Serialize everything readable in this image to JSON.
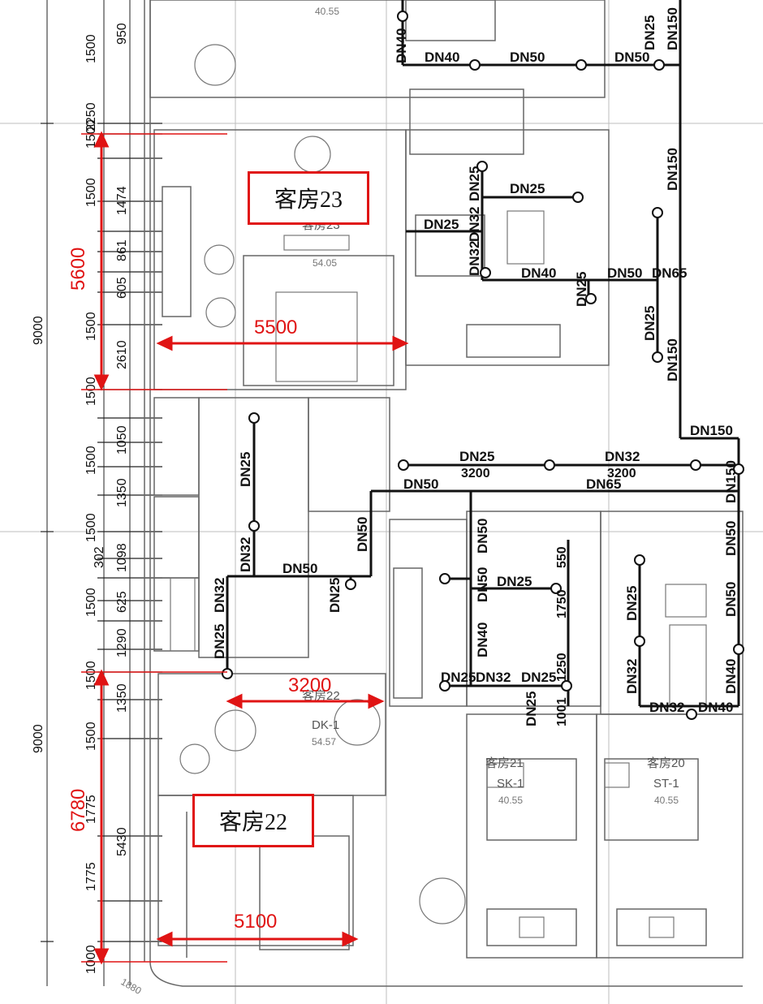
{
  "left_dims_top": [
    "1500",
    "950",
    "2250",
    "1500",
    "1474",
    "1500",
    "861",
    "605",
    "1500",
    "2610",
    "1500",
    "1050",
    "1500",
    "1350",
    "1500",
    "1098",
    "302",
    "1500",
    "625",
    "1290",
    "1500",
    "1350",
    "1500",
    "1775",
    "5430",
    "1775",
    "1000"
  ],
  "left_totals": [
    "9000",
    "9000"
  ],
  "red_dims": {
    "v_top": "5600",
    "h_top": "5500",
    "h_mid": "3200",
    "v_bot": "6780",
    "h_bot": "5100"
  },
  "room_labels": {
    "r23": "客房23",
    "r22": "客房22"
  },
  "rooms": {
    "r23_name": "客房23",
    "r23_area": "54.05",
    "r22_name": "客房22",
    "r22_code": "DK-1",
    "r22_area": "54.57",
    "r21_name": "客房21",
    "r21_code": "SK-1",
    "r21_area": "40.55",
    "r20_name": "客房20",
    "r20_code": "ST-1",
    "r20_area": "40.55",
    "top_area": "40.55"
  },
  "pipes": {
    "dn40_a": "DN40",
    "dn40_b": "DN40",
    "dn50_a": "DN50",
    "dn50_b": "DN50",
    "dn25_a": "DN25",
    "dn150_a": "DN150",
    "dn25_b": "DN25",
    "dn25_c": "DN25",
    "dn32_a": "DN32",
    "dn150_b": "DN150",
    "dn32_b": "DN32",
    "dn40_c": "DN40",
    "dn25_d": "DN25",
    "dn50_c": "DN50",
    "dn65_a": "DN65",
    "dn25_e": "DN25",
    "dn150_c": "DN150",
    "dn150_d": "DN150",
    "dn25_f": "DN25",
    "dim_3200a": "3200",
    "dn32_c": "DN32",
    "dim_3200b": "3200",
    "dn50_d": "DN50",
    "dn65_b": "DN65",
    "dn150_e": "DN150",
    "dn25_g": "DN25",
    "dn32_d": "DN32",
    "dn50_e": "DN50",
    "dn50_f": "DN50",
    "dn25_h": "DN25",
    "dn50_g": "DN50",
    "dn25_i": "DN25",
    "dn25_j": "DN25",
    "dn32_e": "DN32",
    "dn50_h": "DN50",
    "dn50_i": "DN50",
    "dn40_d": "DN40",
    "dn25_k": "DN25",
    "dn25_l": "DN25",
    "dn32_f": "DN32",
    "dn25_m": "DN25",
    "dn25_n": "DN25",
    "dn32_g": "DN32",
    "dn40_e": "DN40",
    "dn40_f": "DN40",
    "d_550": "550",
    "d_1750": "1750",
    "d_1250": "1250",
    "d_1001": "1001"
  },
  "corner_dim": "1880"
}
